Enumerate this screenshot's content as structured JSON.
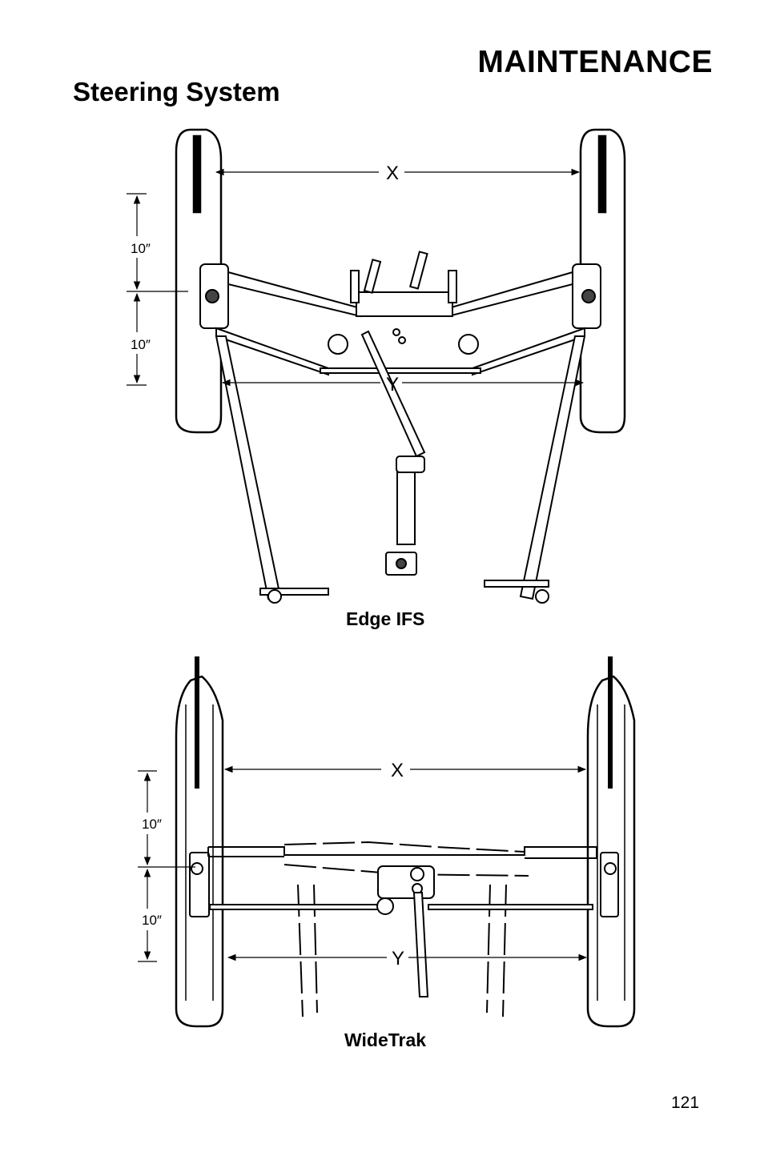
{
  "header": {
    "section": "MAINTENANCE",
    "title": "Steering System"
  },
  "figures": [
    {
      "caption": "Edge IFS",
      "labels": {
        "x": "X",
        "y": "Y",
        "upper_dim": "10″",
        "lower_dim": "10″"
      }
    },
    {
      "caption": "WideTrak",
      "labels": {
        "x": "X",
        "y": "Y",
        "upper_dim": "10″",
        "lower_dim": "10″"
      }
    }
  ],
  "footer": {
    "page_number": "121"
  }
}
